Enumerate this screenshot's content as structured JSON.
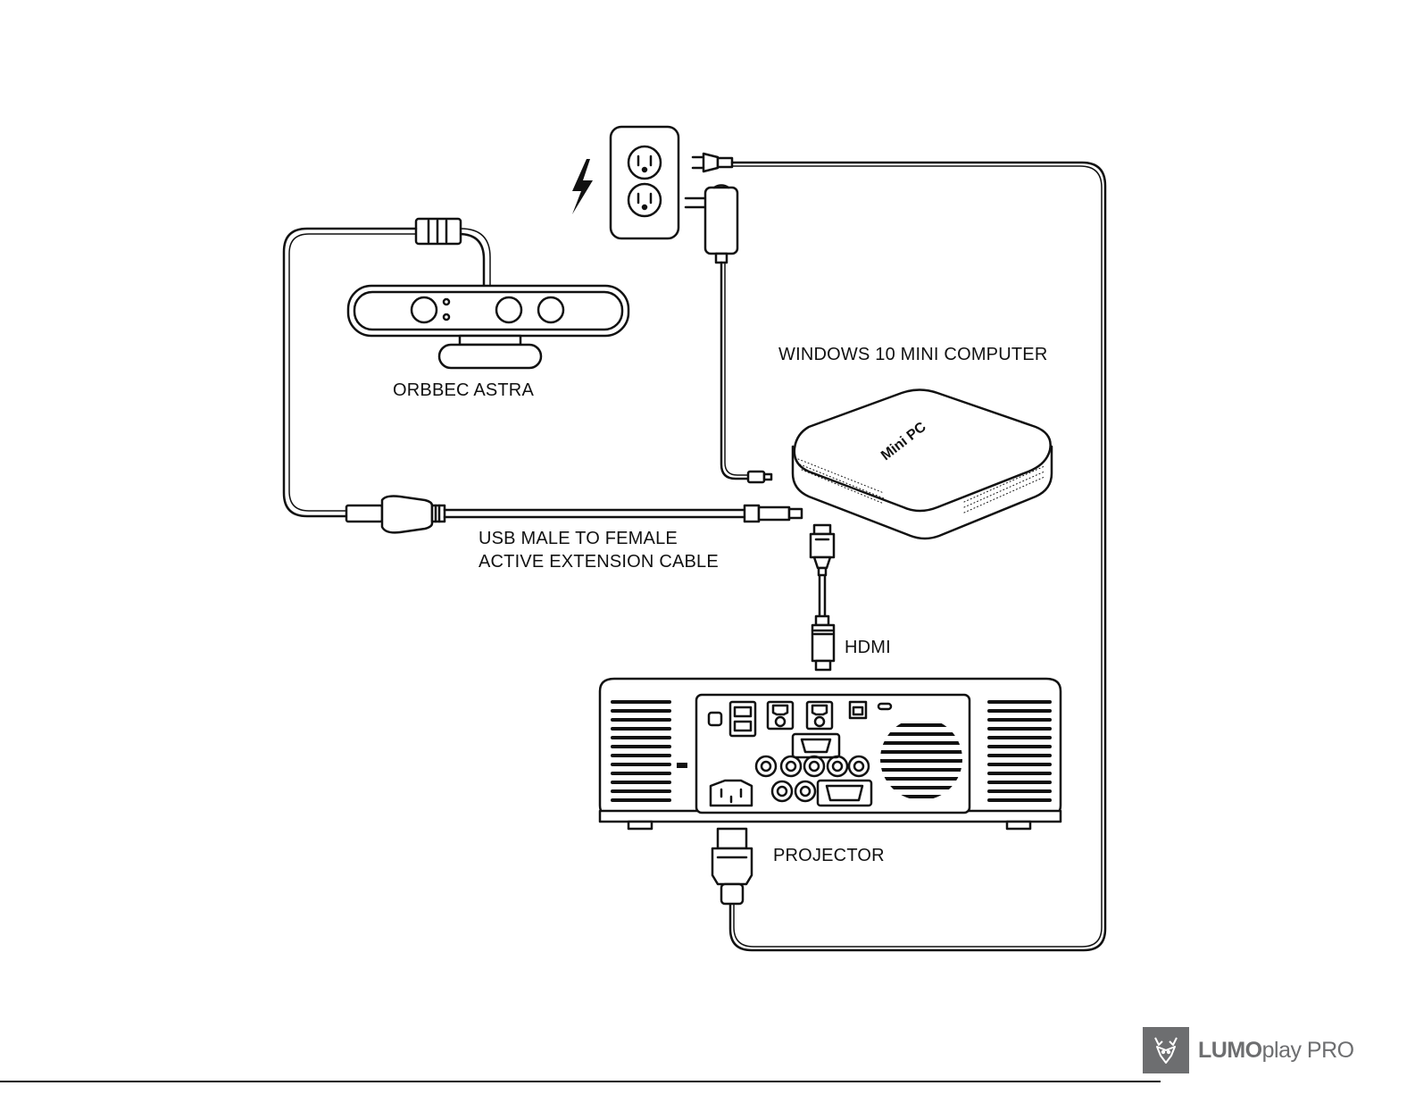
{
  "labels": {
    "camera": "ORBBEC ASTRA",
    "usb_line1": "USB MALE TO FEMALE",
    "usb_line2": "ACTIVE EXTENSION CABLE",
    "computer": "WINDOWS 10 MINI COMPUTER",
    "computer_lid_text": "Mini PC",
    "hdmi": "HDMI",
    "projector": "PROJECTOR"
  },
  "logo": {
    "brand_bold": "LUMO",
    "brand_light": "play PRO"
  },
  "icons": [
    "lightning-bolt-icon",
    "wall-outlet-icon",
    "deer-logo-icon"
  ],
  "colors": {
    "line": "#111111",
    "logo_gray": "#6d6e70",
    "background": "#ffffff"
  }
}
